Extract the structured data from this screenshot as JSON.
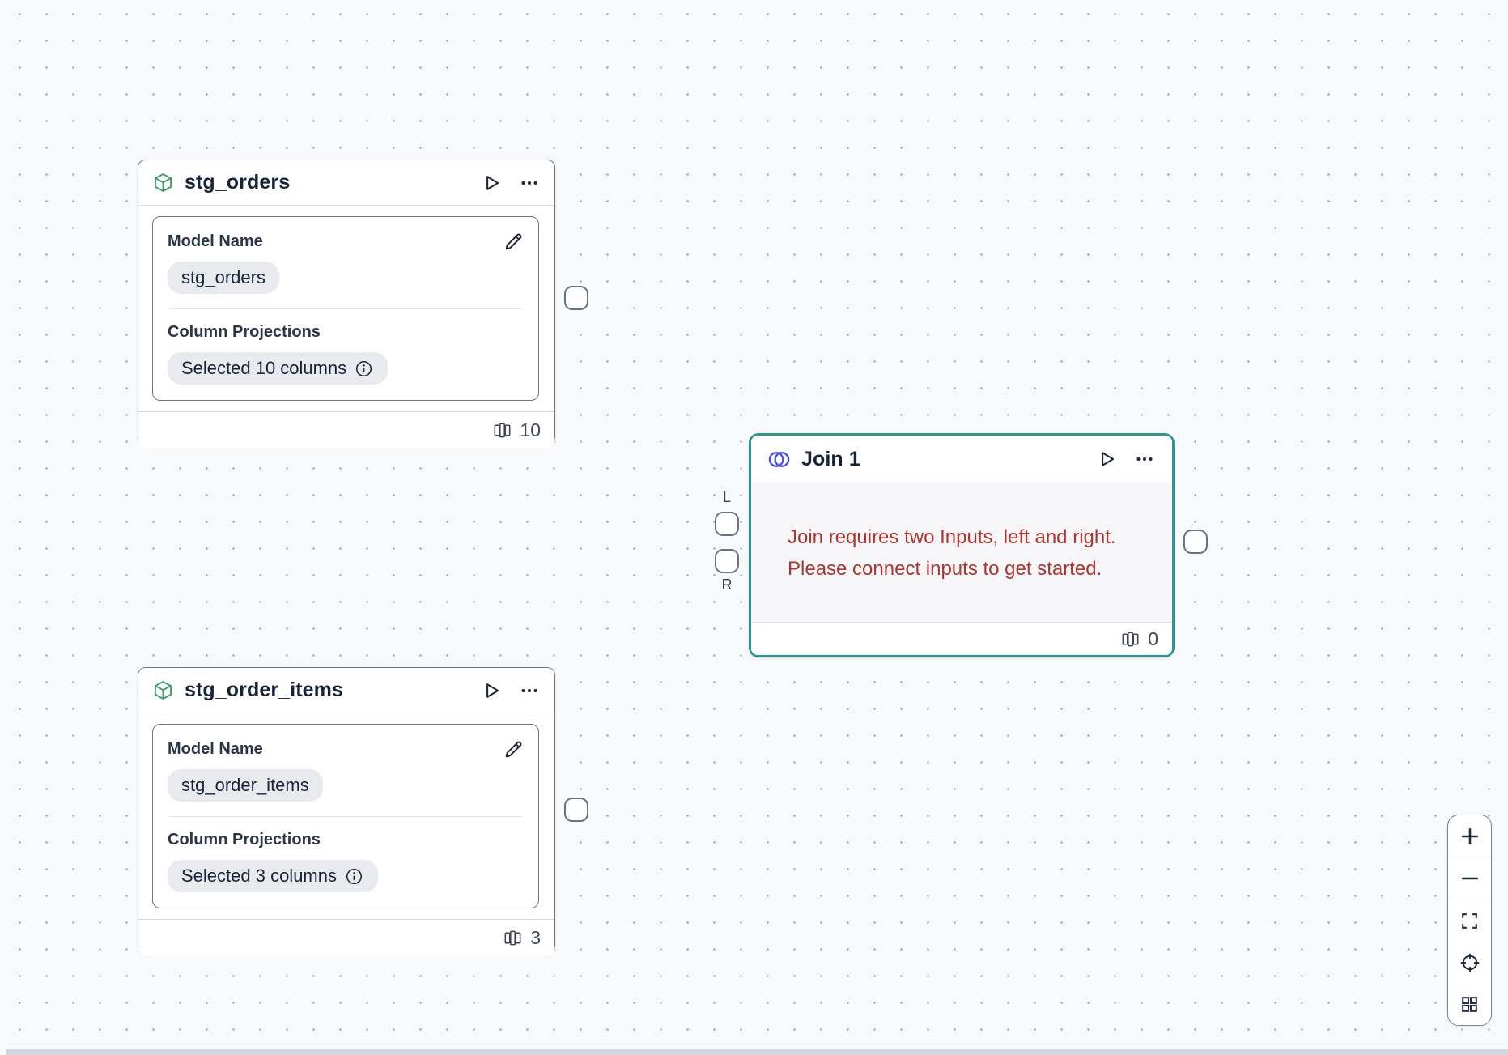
{
  "canvas": {
    "background": "#f8f9fb",
    "dot_color": "#aaadb6"
  },
  "nodes": {
    "stg_orders": {
      "title": "stg_orders",
      "icon": "cube-icon",
      "model_name_label": "Model Name",
      "model_name_value": "stg_orders",
      "column_projections_label": "Column Projections",
      "column_projections_value": "Selected 10 columns",
      "column_count": "10"
    },
    "stg_order_items": {
      "title": "stg_order_items",
      "icon": "cube-icon",
      "model_name_label": "Model Name",
      "model_name_value": "stg_order_items",
      "column_projections_label": "Column Projections",
      "column_projections_value": "Selected 3 columns",
      "column_count": "3"
    },
    "join_1": {
      "title": "Join 1",
      "icon": "join-circles-icon",
      "error_line1": "Join requires two Inputs, left and right.",
      "error_line2": "Please connect inputs to get started.",
      "column_count": "0",
      "left_input_label": "L",
      "right_input_label": "R"
    }
  },
  "controls": {
    "icons": [
      "zoom-in",
      "zoom-out",
      "fit-view",
      "locate",
      "arrange-grid"
    ]
  },
  "colors": {
    "selected_border": "#2e968f",
    "node_border": "#6b7383",
    "error_text": "#b1342e",
    "model_icon_green": "#3b9e68",
    "join_icon_indigo": "#4a50dd"
  }
}
